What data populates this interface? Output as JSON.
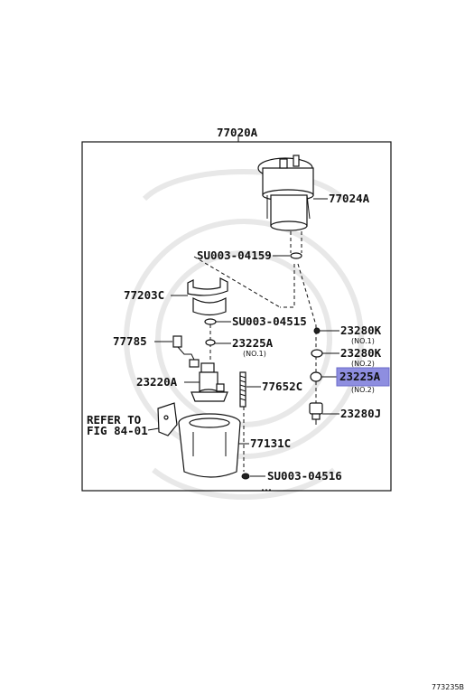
{
  "labels": {
    "assembly": "77020A",
    "gauge": "77024A",
    "gasket_top": "SU003-04159",
    "bracket": "77203C",
    "gasket_mid": "SU003-04515",
    "wire": "77785",
    "o_ring_left": "23225A",
    "o_ring_left_sub": "(NO.1)",
    "pump": "23220A",
    "pump_filter": "77652C",
    "refer_line1": "REFER TO",
    "refer_line2": "FIG 84-01",
    "cup": "77131C",
    "gasket_bottom": "SU003-04516",
    "o_ring_k1": "23280K",
    "o_ring_k1_sub": "(NO.1)",
    "o_ring_k2": "23280K",
    "o_ring_k2_sub": "(NO.2)",
    "o_ring_highlight": "23225A",
    "o_ring_highlight_sub": "(NO.2)",
    "regulator": "23280J",
    "footer_code": "773235B"
  },
  "colors": {
    "highlight": "#8e8ee0",
    "line": "#111111"
  }
}
